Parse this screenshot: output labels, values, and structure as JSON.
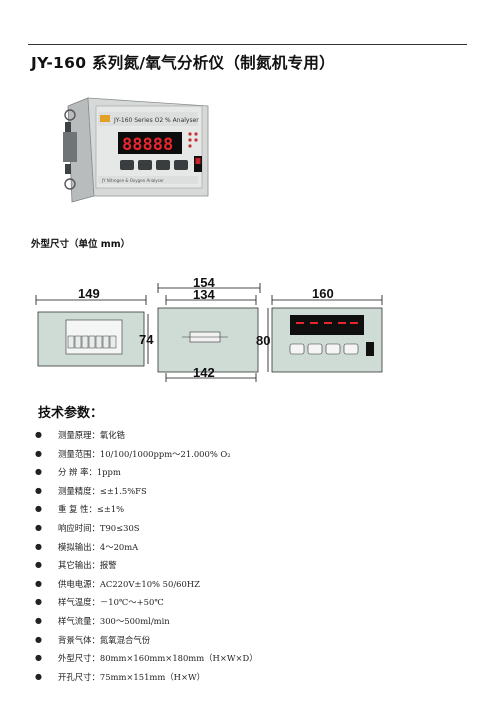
{
  "title": "JY-160 系列氮/氧气分析仪（制氮机专用）",
  "photo": {
    "panel_label": "JY-160 Series O2 % Analyser",
    "display_value": "88888",
    "bottom_text": "JY Nitrogen & Oxygen Analyser"
  },
  "section_dimensions": "外型尺寸（单位 mm）",
  "dimensions": {
    "d149": "149",
    "d74": "74",
    "d154": "154",
    "d134": "134",
    "d142": "142",
    "d160": "160",
    "d80": "80"
  },
  "section_params": "技术参数：",
  "params": [
    "测量原理：氧化锆",
    "测量范围：10/100/1000ppm～21.000%   O₂",
    "分    辨    率：1ppm",
    "测量精度：≤±1.5%FS",
    "重    复    性：≤±1%",
    "响应时间：T90≤30S",
    "模拟输出：4～20mA",
    "其它输出：报警",
    "供电电源：AC220V±10%   50/60HZ",
    "样气温度：－10℃～+50℃",
    "样气流量：300～500ml/min",
    "背景气体：氮氧混合气份",
    "外型尺寸：80mm×160mm×180mm（H×W×D）",
    "开孔尺寸：75mm×151mm（H×W）"
  ],
  "colors": {
    "display_red": "#e8262b",
    "panel": "#e4e6e5"
  }
}
